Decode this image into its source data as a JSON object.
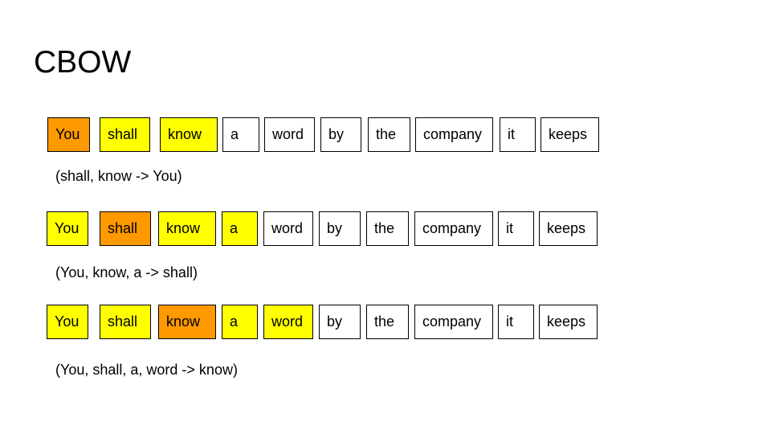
{
  "title": "CBOW",
  "colors": {
    "context": "#ffff00",
    "target": "#ff9900",
    "other": "#ffffff"
  },
  "examples": [
    {
      "tokens": [
        {
          "word": "You",
          "role": "target"
        },
        {
          "word": "shall",
          "role": "context"
        },
        {
          "word": "know",
          "role": "context"
        },
        {
          "word": "a",
          "role": "other"
        },
        {
          "word": "word",
          "role": "other"
        },
        {
          "word": "by",
          "role": "other"
        },
        {
          "word": "the",
          "role": "other"
        },
        {
          "word": "company",
          "role": "other"
        },
        {
          "word": "it",
          "role": "other"
        },
        {
          "word": "keeps",
          "role": "other"
        }
      ],
      "caption": "(shall, know -> You)"
    },
    {
      "tokens": [
        {
          "word": "You",
          "role": "context"
        },
        {
          "word": "shall",
          "role": "target"
        },
        {
          "word": "know",
          "role": "context"
        },
        {
          "word": "a",
          "role": "context"
        },
        {
          "word": "word",
          "role": "other"
        },
        {
          "word": "by",
          "role": "other"
        },
        {
          "word": "the",
          "role": "other"
        },
        {
          "word": "company",
          "role": "other"
        },
        {
          "word": "it",
          "role": "other"
        },
        {
          "word": "keeps",
          "role": "other"
        }
      ],
      "caption": "(You, know, a -> shall)"
    },
    {
      "tokens": [
        {
          "word": "You",
          "role": "context"
        },
        {
          "word": "shall",
          "role": "context"
        },
        {
          "word": "know",
          "role": "target"
        },
        {
          "word": "a",
          "role": "context"
        },
        {
          "word": "word",
          "role": "context"
        },
        {
          "word": "by",
          "role": "other"
        },
        {
          "word": "the",
          "role": "other"
        },
        {
          "word": "company",
          "role": "other"
        },
        {
          "word": "it",
          "role": "other"
        },
        {
          "word": "keeps",
          "role": "other"
        }
      ],
      "caption": "(You, shall, a, word -> know)"
    }
  ]
}
